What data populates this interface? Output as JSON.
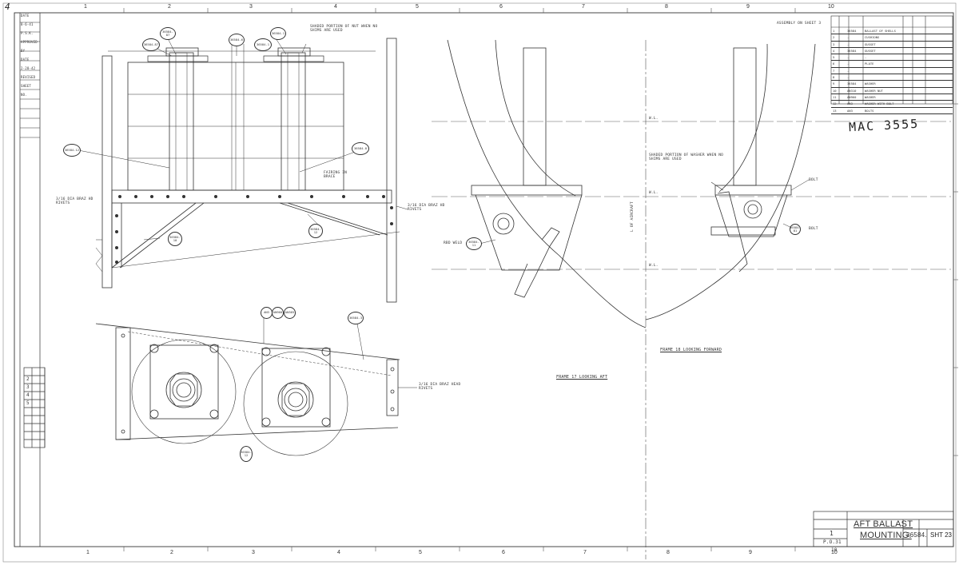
{
  "title_block": {
    "title_line1": "AFT BALLAST",
    "title_line2": "MOUNTING.",
    "drawing_number": "36584.",
    "sheet": "SHT 2",
    "sheet_total": "3",
    "qty": "1",
    "scale": "P.O.31",
    "zone": "10"
  },
  "handwritten": {
    "mac_number": "MAC 3555",
    "corner_mark": "4"
  },
  "zones_top": [
    "1",
    "2",
    "3",
    "4",
    "5",
    "6",
    "7",
    "8",
    "9",
    "10"
  ],
  "zones_bottom": [
    "1",
    "2",
    "3",
    "4",
    "5",
    "6",
    "7",
    "8",
    "9",
    "10"
  ],
  "views": {
    "aft_view_caption": "FRAME 17 LOOKING AFT",
    "fwd_view_caption": "FRAME 18 LOOKING FORWARD"
  },
  "notes": {
    "top_note": "SHADED PORTION OF NUT WHEN NO SHIMS ARE USED",
    "assy_note": "ASSEMBLY ON SHEET 3",
    "rivet_note_left": "3/16 DIA BRAZ HD RIVETS",
    "rivet_note_right": "3/16 DIA BRAZ HD RIVETS",
    "rivet_note_bottom": "3/16 DIA BRAZ HEAD RIVETS",
    "bolt_note": "BOLT",
    "rbd_note": "RBD WELD",
    "right_note": "SHADED PORTION OF WASHER WHEN NO SHIMS ARE USED",
    "weld_label": "FAIRING IN BRACE",
    "wl_label_1": "W.L.",
    "wl_label_2": "W.L.",
    "wl_label_3": "W.L.",
    "cl_label": "L OF AIRCRAFT"
  },
  "bubbles": {
    "b1": "36584-87",
    "b2": "36584-87",
    "b3": "36584-1",
    "b4": "36584-1",
    "b5": "36584-12",
    "b6": "36584-8",
    "b7": "36584-10",
    "b8": "36584-12",
    "b9": "36584-3",
    "b10": "36584-11",
    "b11": "36584-81",
    "b12": "AN3",
    "b13": "AN960",
    "b14": "AN365",
    "b15": "36584-6"
  },
  "parts_list": [
    {
      "no": "1",
      "part": "36584",
      "desc": "BALLAST OF SHELLS"
    },
    {
      "no": "2",
      "part": "-",
      "desc": "CUSHIONS"
    },
    {
      "no": "3",
      "part": "-",
      "desc": "GUSSET"
    },
    {
      "no": "4",
      "part": "36584",
      "desc": "GUSSET"
    },
    {
      "no": "5",
      "part": "-",
      "desc": "-"
    },
    {
      "no": "6",
      "part": "-",
      "desc": "PLATE"
    },
    {
      "no": "7",
      "part": "-",
      "desc": ""
    },
    {
      "no": "8",
      "part": "-",
      "desc": ""
    },
    {
      "no": "9",
      "part": "36584",
      "desc": "WASHER"
    },
    {
      "no": "10",
      "part": "AN310",
      "desc": "WASHER NUT"
    },
    {
      "no": "11",
      "part": "AN960",
      "desc": "WASHER"
    },
    {
      "no": "12",
      "part": "AN3",
      "desc": "WASHER WITH BOLT"
    },
    {
      "no": "13",
      "part": "AN3",
      "desc": "BOLTS"
    }
  ],
  "revision_col": [
    "DATE",
    "8-6-41",
    "P.S.K.",
    "APPROVED",
    "BY",
    "DATE",
    "2-28-42",
    "REVISED",
    "SHEET",
    "NO."
  ],
  "side_table": [
    "2",
    "3",
    "4",
    "5"
  ]
}
